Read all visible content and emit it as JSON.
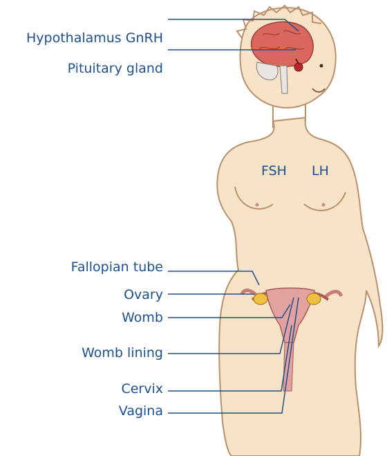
{
  "labels": {
    "hypothalamus": "Hypothalamus GnRH",
    "pituitary": "Pituitary gland",
    "fsh": "FSH",
    "lh": "LH",
    "fallopian": "Fallopian tube",
    "ovary": "Ovary",
    "womb": "Womb",
    "womb_lining": "Womb lining",
    "cervix": "Cervix",
    "vagina": "Vagina"
  },
  "colors": {
    "label_text": "#1d4f8a",
    "leader_line": "#1d4f8a",
    "skin": "#f6e3c8",
    "skin_outline": "#b8916a",
    "brain": "#d9675e",
    "pituitary": "#b8252a",
    "uterus": "#e2a3a0",
    "ovary": "#f0c040"
  }
}
